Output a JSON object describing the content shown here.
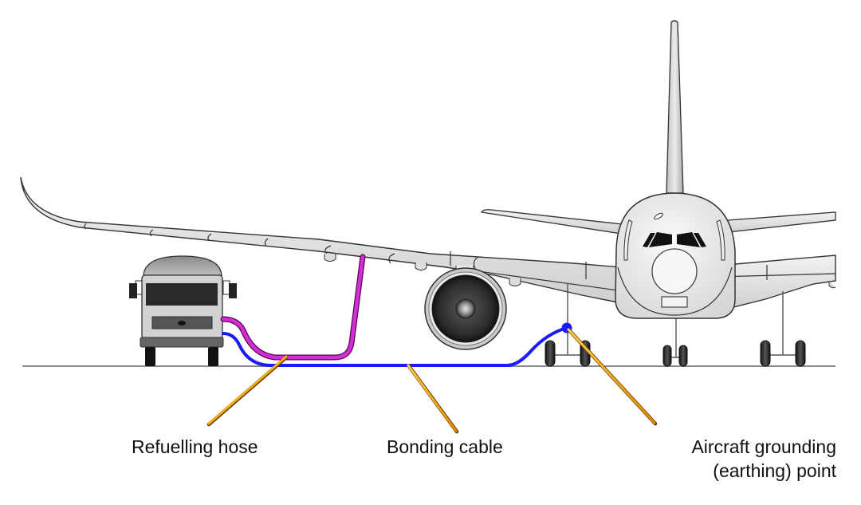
{
  "title": "Aircraft refuelling bonding diagram",
  "colors": {
    "hose": "#d22fd2",
    "bonding_cable": "#1a1aff",
    "leader_line": "#f5a300",
    "aircraft_fill": "#e4e4e4",
    "outline": "#333333",
    "ground_line": "#888888"
  },
  "labels": {
    "refuelling_hose": "Refuelling hose",
    "bonding_cable": "Bonding cable",
    "grounding_point_line1": "Aircraft grounding",
    "grounding_point_line2": "(earthing) point"
  },
  "components": [
    {
      "id": "fuel-truck",
      "name": "Refuelling truck"
    },
    {
      "id": "aircraft",
      "name": "Aircraft (front view)"
    },
    {
      "id": "refuelling-hose",
      "name": "Refuelling hose"
    },
    {
      "id": "bonding-cable",
      "name": "Bonding cable"
    },
    {
      "id": "grounding-point",
      "name": "Aircraft grounding (earthing) point"
    }
  ]
}
